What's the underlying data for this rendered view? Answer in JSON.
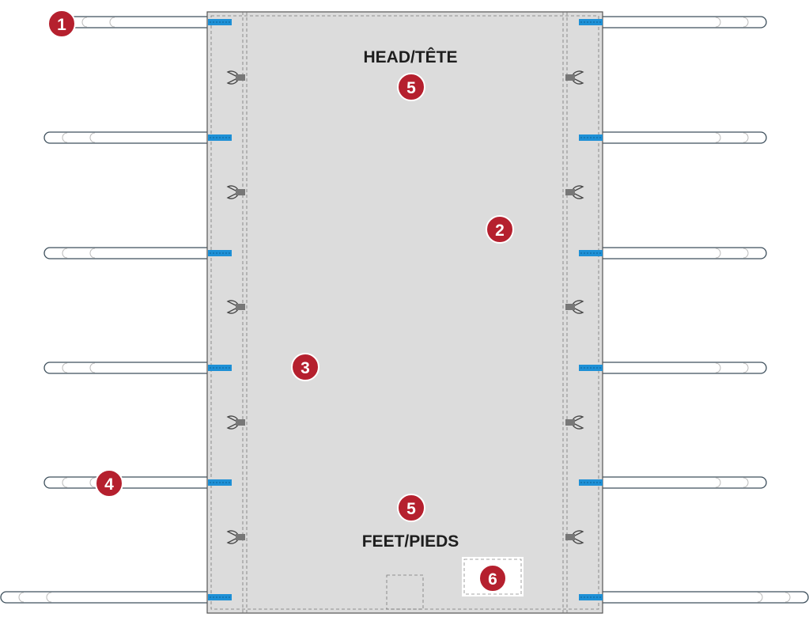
{
  "labels": {
    "head": "HEAD/TÊTE",
    "feet": "FEET/PIEDS"
  },
  "markers": {
    "m1": "1",
    "m2": "2",
    "m3": "3",
    "m4": "4",
    "m5_head": "5",
    "m5_feet": "5",
    "m6": "6"
  },
  "colors": {
    "sheet": "#dcdcdc",
    "strap": "#1e90d6",
    "marker": "#b5202e",
    "outline": "#3d4f5c"
  }
}
